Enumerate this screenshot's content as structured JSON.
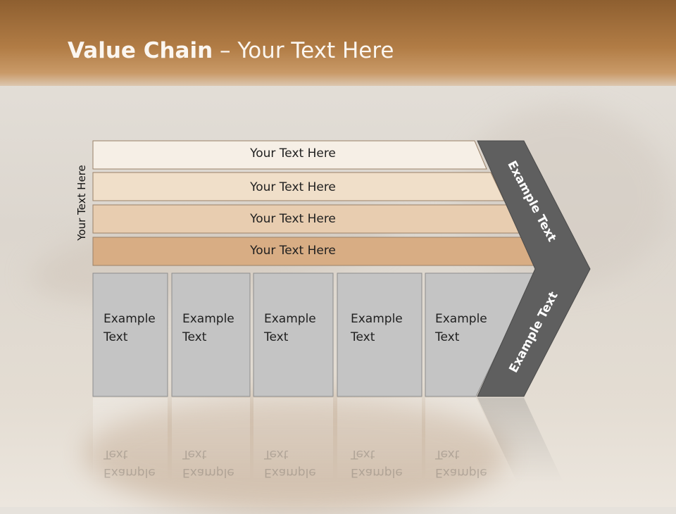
{
  "title": {
    "bold": "Value Chain",
    "rest": " – Your Text Here"
  },
  "side_label": "Your Text Here",
  "rows": [
    {
      "label": "Your Text Here",
      "color": "#f6efe6"
    },
    {
      "label": "Your Text Here",
      "color": "#f0dfc9"
    },
    {
      "label": "Your Text Here",
      "color": "#e8cdb0"
    },
    {
      "label": "Your Text Here",
      "color": "#d8ad84"
    }
  ],
  "columns": [
    {
      "line1": "Example",
      "line2": "Text"
    },
    {
      "line1": "Example",
      "line2": "Text"
    },
    {
      "line1": "Example",
      "line2": "Text"
    },
    {
      "line1": "Example",
      "line2": "Text"
    },
    {
      "line1": "Example",
      "line2": "Text"
    }
  ],
  "arrow": {
    "upper": "Example Text",
    "lower": "Example Text",
    "color": "#5f5f5f"
  },
  "colors": {
    "header": "#a36e3a",
    "column_fill": "#c4c4c4"
  }
}
